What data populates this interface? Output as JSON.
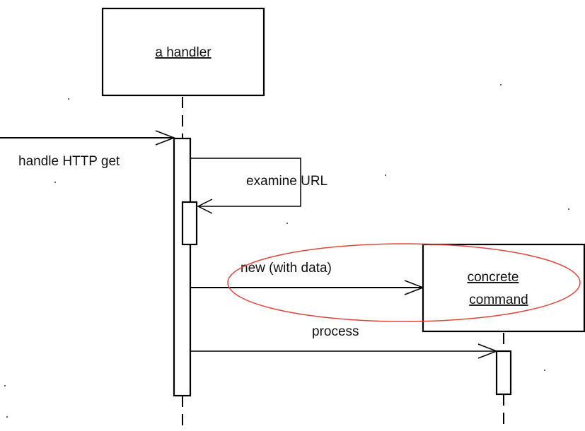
{
  "participants": {
    "handler": {
      "name": "a handler"
    },
    "command": {
      "line1": "concrete",
      "line2": "command"
    }
  },
  "messages": {
    "incoming": "handle HTTP get",
    "self_call": "examine URL",
    "create": "new (with data)",
    "process": "process"
  },
  "annotation": {
    "ellipse_color": "#e0463c"
  }
}
